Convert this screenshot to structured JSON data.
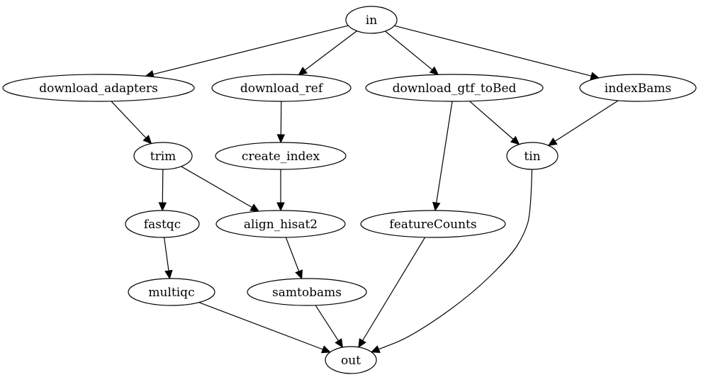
{
  "diagram": {
    "type": "directed-graph",
    "nodes": [
      {
        "id": "in",
        "label": "in"
      },
      {
        "id": "download_adapters",
        "label": "download_adapters"
      },
      {
        "id": "download_ref",
        "label": "download_ref"
      },
      {
        "id": "download_gtf_toBed",
        "label": "download_gtf_toBed"
      },
      {
        "id": "indexBams",
        "label": "indexBams"
      },
      {
        "id": "trim",
        "label": "trim"
      },
      {
        "id": "create_index",
        "label": "create_index"
      },
      {
        "id": "tin",
        "label": "tin"
      },
      {
        "id": "fastqc",
        "label": "fastqc"
      },
      {
        "id": "align_hisat2",
        "label": "align_hisat2"
      },
      {
        "id": "featureCounts",
        "label": "featureCounts"
      },
      {
        "id": "multiqc",
        "label": "multiqc"
      },
      {
        "id": "samtobams",
        "label": "samtobams"
      },
      {
        "id": "out",
        "label": "out"
      }
    ],
    "edges": [
      {
        "from": "in",
        "to": "download_adapters"
      },
      {
        "from": "in",
        "to": "download_ref"
      },
      {
        "from": "in",
        "to": "download_gtf_toBed"
      },
      {
        "from": "in",
        "to": "indexBams"
      },
      {
        "from": "download_adapters",
        "to": "trim"
      },
      {
        "from": "download_ref",
        "to": "create_index"
      },
      {
        "from": "download_gtf_toBed",
        "to": "featureCounts"
      },
      {
        "from": "download_gtf_toBed",
        "to": "tin"
      },
      {
        "from": "indexBams",
        "to": "tin"
      },
      {
        "from": "trim",
        "to": "fastqc"
      },
      {
        "from": "trim",
        "to": "align_hisat2"
      },
      {
        "from": "create_index",
        "to": "align_hisat2"
      },
      {
        "from": "fastqc",
        "to": "multiqc"
      },
      {
        "from": "align_hisat2",
        "to": "samtobams"
      },
      {
        "from": "featureCounts",
        "to": "out"
      },
      {
        "from": "tin",
        "to": "out"
      },
      {
        "from": "multiqc",
        "to": "out"
      },
      {
        "from": "samtobams",
        "to": "out"
      }
    ]
  }
}
